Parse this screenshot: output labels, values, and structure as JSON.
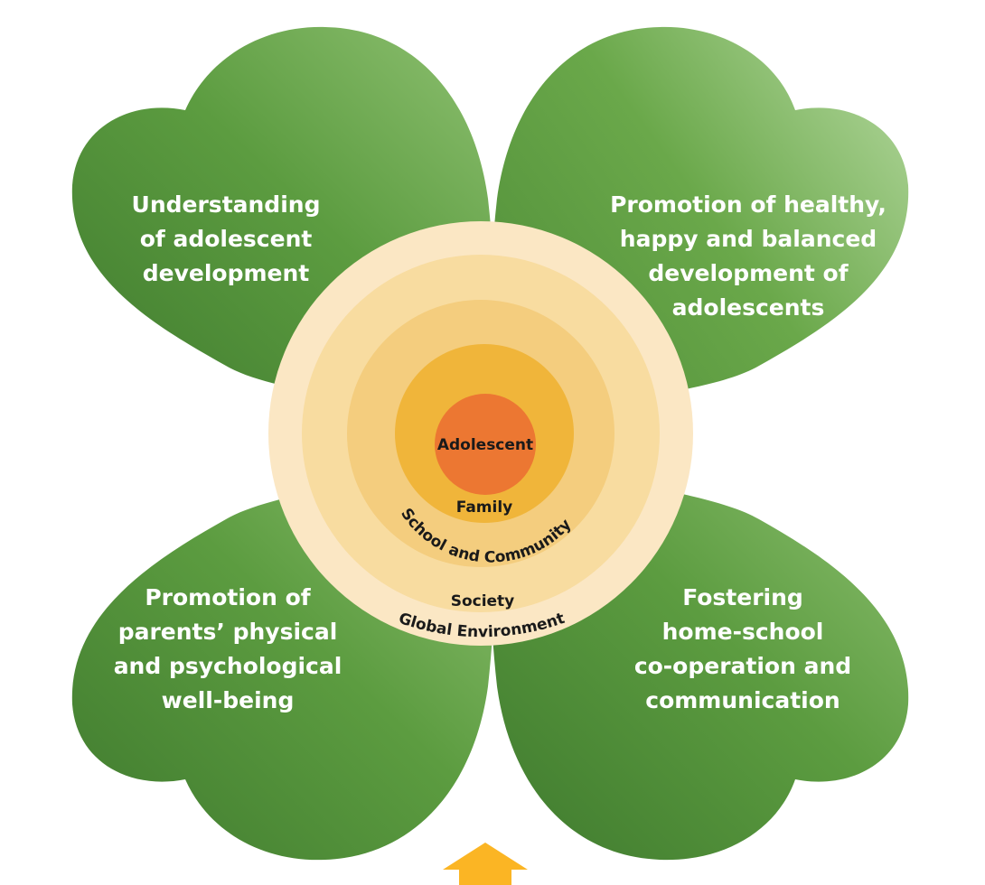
{
  "leaves": {
    "top_left": [
      "Understanding",
      "of adolescent",
      "development"
    ],
    "top_right": [
      "Promotion of healthy,",
      "happy and balanced",
      "development of",
      "adolescents"
    ],
    "bottom_left": [
      "Promotion of",
      "parents’ physical",
      "and psychological",
      "well-being"
    ],
    "bottom_right": [
      "Fostering",
      "home-school",
      "co-operation and",
      "communication"
    ]
  },
  "circles": {
    "center": "Adolescent",
    "family": "Family",
    "school": "School and Community",
    "society": "Society",
    "global": "Global Environment"
  },
  "colors": {
    "leaf_dark": "#3f7a2e",
    "leaf_mid": "#5c9c40",
    "leaf_light": "#8fc172",
    "ring_outer": "#fbe7c4",
    "ring_society": "#f8dca0",
    "ring_school": "#f4cd7e",
    "ring_family": "#f0b53a",
    "center": "#ec7732",
    "arrow": "#fbb524"
  },
  "icons": {
    "arrow": "arrow-up-icon"
  }
}
